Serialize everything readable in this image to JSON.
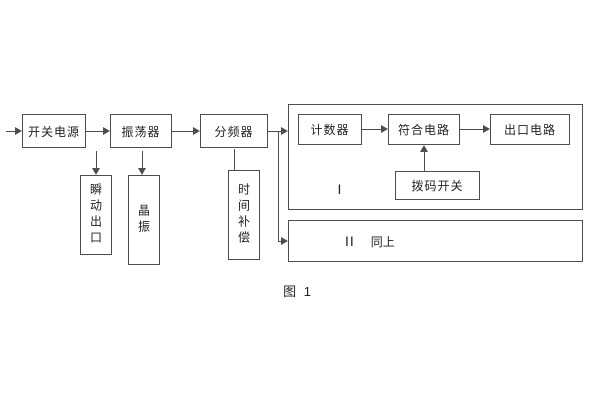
{
  "figure": {
    "caption": "图 1"
  },
  "blocks": {
    "power": "开关电源",
    "oscillator": "振荡器",
    "divider": "分频器",
    "counter": "计数器",
    "coincidence": "符合电路",
    "outlet": "出口电路",
    "dip_switch": "拨码开关",
    "instant_outlet": "瞬动出口",
    "crystal": "晶振",
    "time_comp": "时间补偿",
    "group1": "I",
    "group2_numeral": "II",
    "group2_label": "同上"
  },
  "colors": {
    "line": "#4d4d4d",
    "text": "#222222",
    "background": "#ffffff"
  }
}
